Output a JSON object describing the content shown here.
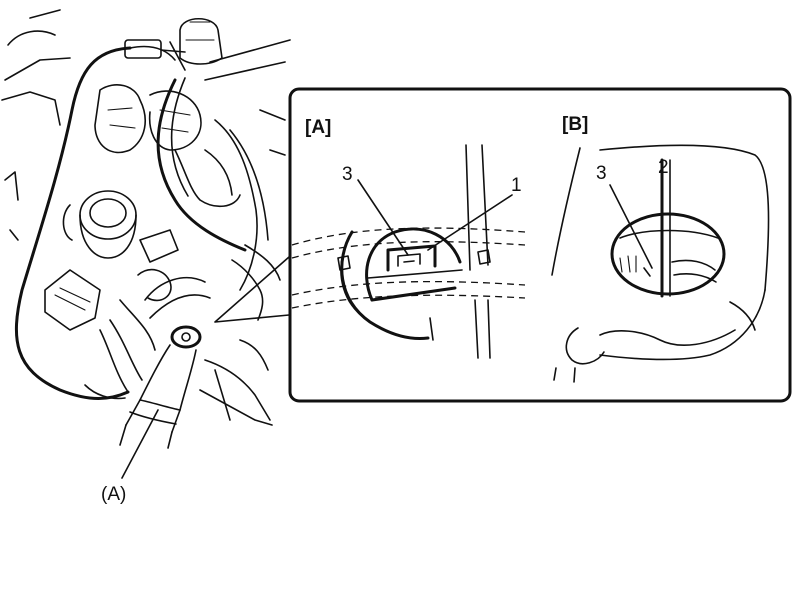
{
  "callouts": {
    "main_part": "(A)",
    "detail_a_title": "[A]",
    "detail_b_title": "[B]",
    "a_item_1": "1",
    "a_item_3": "3",
    "b_item_2": "2",
    "b_item_3": "3"
  },
  "icons": {
    "detail_frame": "magnifier-callout-box",
    "engine_bay": "engine-compartment-line-drawing"
  }
}
